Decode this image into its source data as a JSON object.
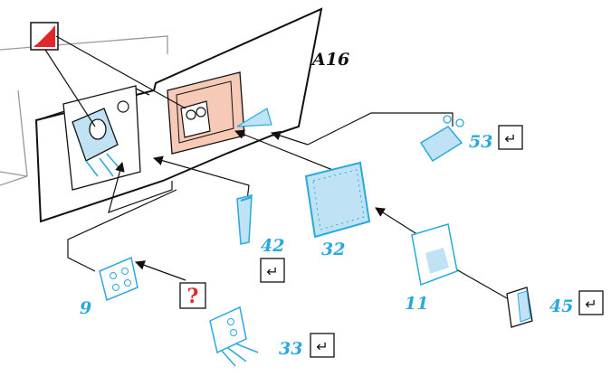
{
  "diagram": {
    "title_label": "A16",
    "parts": [
      {
        "id": "53",
        "label": "53"
      },
      {
        "id": "42",
        "label": "42"
      },
      {
        "id": "32",
        "label": "32"
      },
      {
        "id": "9",
        "label": "9"
      },
      {
        "id": "11",
        "label": "11"
      },
      {
        "id": "45",
        "label": "45"
      },
      {
        "id": "33",
        "label": "33"
      }
    ],
    "question_mark": "?",
    "return_symbol": "↵"
  },
  "colors": {
    "part_blue": "#29a8e0",
    "part_fill": "#bfe3f5",
    "panel_pink": "#f7c9b7",
    "warning_red": "#e0282a",
    "line": "#111111"
  }
}
